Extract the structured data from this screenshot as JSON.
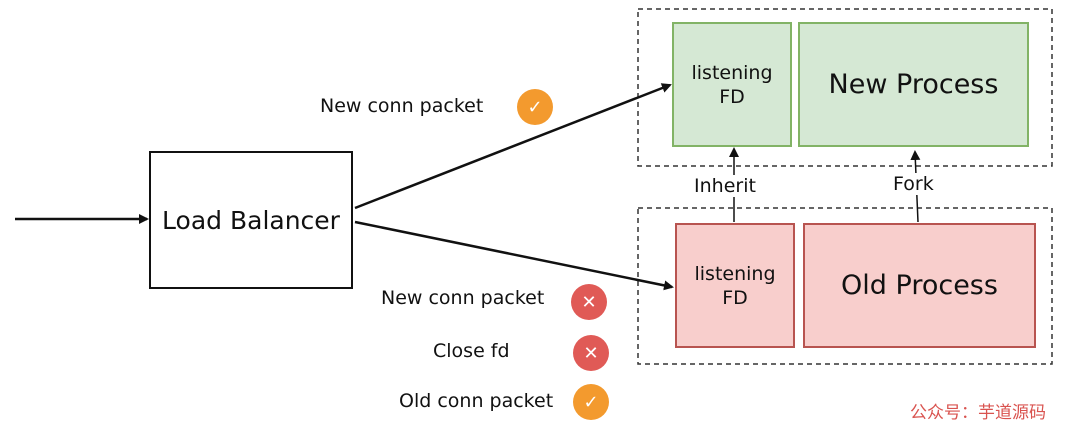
{
  "load_balancer": {
    "label": "Load Balancer"
  },
  "new_group": {
    "fd_label": "listening\nFD",
    "process_label": "New Process"
  },
  "old_group": {
    "fd_label": "listening\nFD",
    "process_label": "Old Process"
  },
  "relations": {
    "inherit_label": "Inherit",
    "fork_label": "Fork"
  },
  "events": [
    {
      "label": "New conn packet",
      "status": "ok",
      "glyph": "✓"
    },
    {
      "label": "New conn packet",
      "status": "rejected",
      "glyph": "✕"
    },
    {
      "label": "Close fd",
      "status": "rejected",
      "glyph": "✕"
    },
    {
      "label": "Old conn packet",
      "status": "ok",
      "glyph": "✓"
    }
  ],
  "watermark": "公众号：芋道源码",
  "colors": {
    "new_fill": "#d5e8d4",
    "new_stroke": "#82b366",
    "old_fill": "#f8cecc",
    "old_stroke": "#b85450",
    "ok_badge": "#f39a2e",
    "rejected_badge": "#e05a56"
  }
}
